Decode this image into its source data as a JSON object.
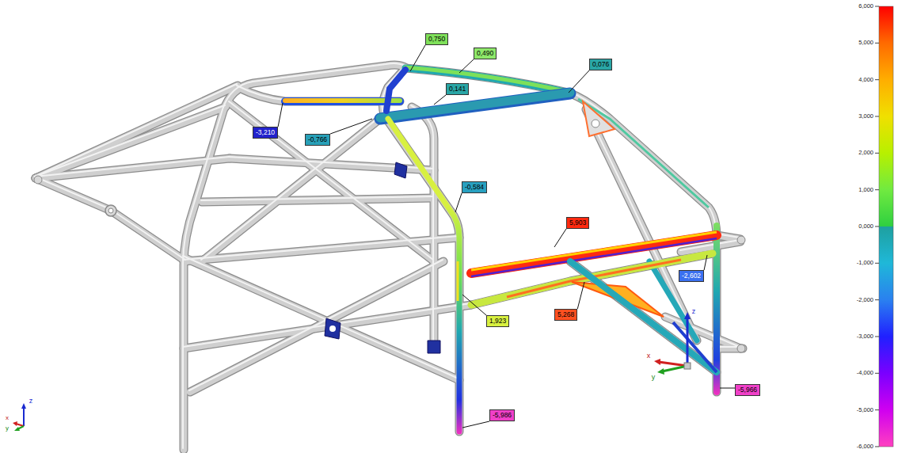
{
  "diagram": {
    "nodes": [
      {
        "text": [
          "0,750"
        ]
      },
      {
        "text": [
          "0,490"
        ]
      },
      {
        "text": [
          "0,076"
        ]
      },
      {
        "text": [
          "0,141"
        ]
      },
      {
        "text": [
          "-3,210"
        ]
      },
      {
        "text": [
          "-0,766"
        ]
      },
      {
        "text": [
          "-0,584"
        ]
      },
      {
        "text": [
          "5,903"
        ]
      },
      {
        "text": [
          "-2,602"
        ]
      },
      {
        "text": [
          "5,268"
        ]
      },
      {
        "text": [
          "1,923"
        ]
      },
      {
        "text": [
          "-5,966"
        ]
      },
      {
        "text": [
          "-5,986"
        ]
      }
    ],
    "labels": [
      "6,000",
      "5,000",
      "4,000",
      "3,000",
      "2,000",
      "1,000",
      "0,000",
      "-1,000",
      "-2,000",
      "-3,000",
      "-4,000",
      "-5,000",
      "-6,000",
      "z",
      "x",
      "y",
      "z",
      "x",
      "y"
    ]
  }
}
